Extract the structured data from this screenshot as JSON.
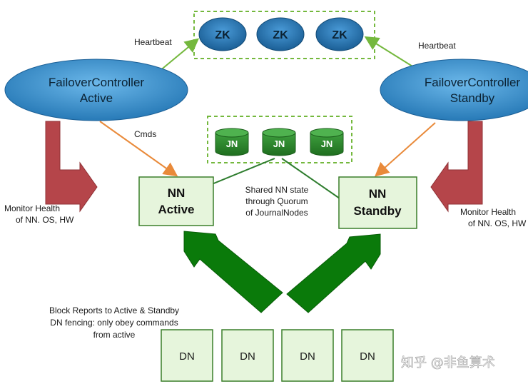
{
  "zookeeper": {
    "nodes": [
      "ZK",
      "ZK",
      "ZK"
    ]
  },
  "journal": {
    "nodes": [
      "JN",
      "JN",
      "JN"
    ]
  },
  "controllers": {
    "active": {
      "line1": "FailoverController",
      "line2": "Active"
    },
    "standby": {
      "line1": "FailoverController",
      "line2": "Standby"
    }
  },
  "namenodes": {
    "active": {
      "line1": "NN",
      "line2": "Active"
    },
    "standby": {
      "line1": "NN",
      "line2": "Standby"
    }
  },
  "labels": {
    "heartbeat_left": "Heartbeat",
    "heartbeat_right": "Heartbeat",
    "cmds": "Cmds",
    "shared_state": [
      "Shared NN state",
      "through Quorum",
      "of JournalNodes"
    ],
    "monitor_left": [
      "Monitor Health",
      "of NN. OS, HW"
    ],
    "monitor_right": [
      "Monitor Health",
      "of NN. OS, HW"
    ],
    "block_reports": [
      "Block Reports to Active & Standby",
      "DN fencing: only obey commands",
      "from active"
    ]
  },
  "datanodes": [
    "DN",
    "DN",
    "DN",
    "DN"
  ],
  "watermark": "知乎 @非鱼算术",
  "colors": {
    "zk_fill": "#1f6aa5",
    "controller_fill": "#2a86c8",
    "nn_fill": "#e6f5dc",
    "jn_fill": "#2e8b2e",
    "dn_fill": "#e6f5dc",
    "green_arrow": "#0a7a0a",
    "red_arrow": "#b5454a",
    "orange_line": "#e98a3a",
    "light_green_line": "#74b83d"
  }
}
